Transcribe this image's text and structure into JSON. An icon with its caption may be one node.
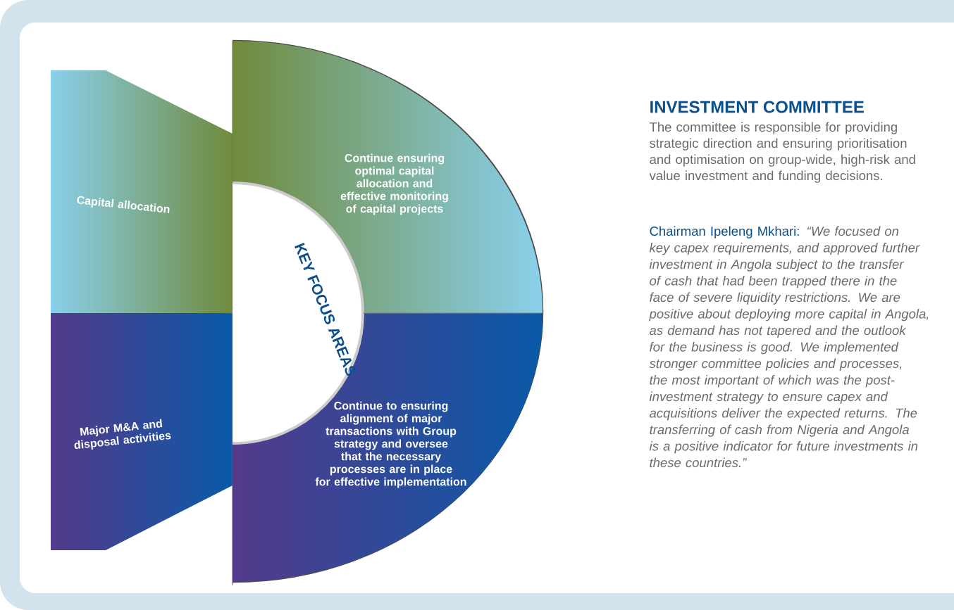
{
  "diagram": {
    "title": "INVESTMENT COMMITTEE",
    "nodes": [
      {
        "text": [
          "Capital allocation"
        ]
      },
      {
        "text": [
          "Major M&A and disposal activities"
        ]
      },
      {
        "text": [
          "Continue ensuring optimal capital allocation and effective monitoring of capital projects"
        ]
      },
      {
        "text": [
          "Continue to ensuring alignment of major transactions with Group strategy and oversee that the necessary processes are in place for effective implementation"
        ]
      },
      {
        "text": [
          "KEY FOCUS AREAS"
        ]
      }
    ],
    "labels": [
      "The committee is responsible for providing strategic direction and ensuring prioritisation and optimisation on group-wide, high-risk and value investment and funding decisions.",
      "Chairman Ipeleng Mkhari:",
      "“We focused on key capex requirements, and approved further investment in Angola subject to the transfer of cash that had been trapped there in the face of severe liquidity restrictions. We are positive about deploying more capital in Angola, as demand has not tapered and the outlook for the business is good. We implemented stronger committee policies and processes, the most important of which was the post-investment strategy to ensure capex and acquisitions deliver the expected returns. The transferring of cash from Nigeria and Angola is a positive indicator for future investments in these countries.”"
    ]
  }
}
